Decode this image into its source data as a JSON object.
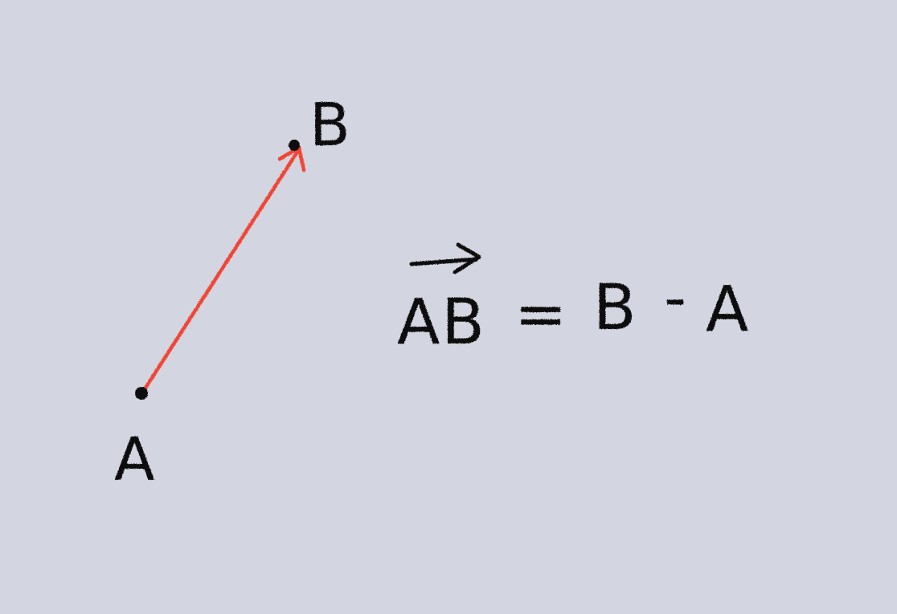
{
  "colors": {
    "background": "#d3d5e0",
    "ink": "#0b0b0b",
    "vector": "#f04436"
  },
  "points": {
    "a_label": "A",
    "b_label": "B"
  },
  "formula": {
    "vector_name": "AB",
    "equals": "=",
    "lhs_point": "B",
    "minus": "-",
    "rhs_point": "A"
  },
  "icons": {
    "vector_arrow": "right-arrow-icon"
  }
}
